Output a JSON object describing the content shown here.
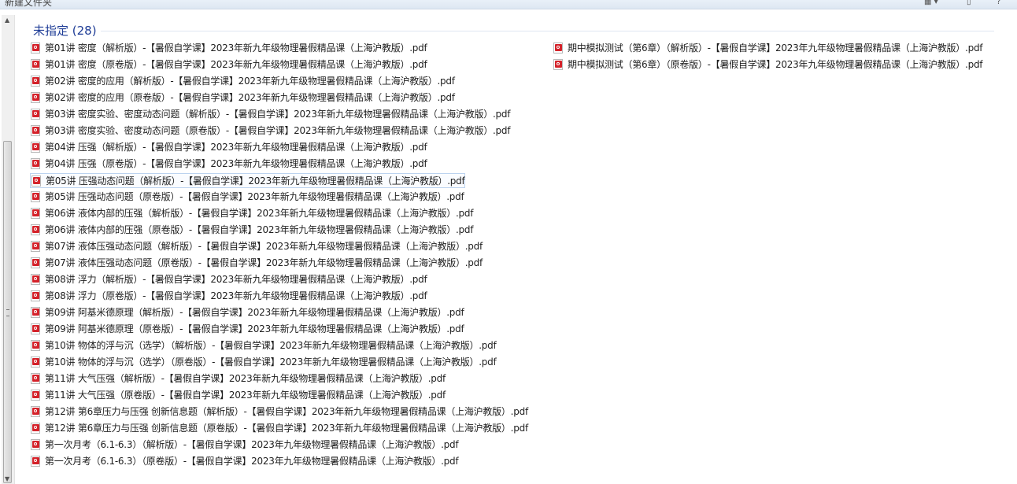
{
  "window": {
    "title": "新建文件夹",
    "view_icon": "view-options-icon",
    "pane_icon": "preview-pane-icon",
    "help_icon": "help-icon"
  },
  "group": {
    "label": "未指定 (28)"
  },
  "files_left": [
    "第01讲 密度（解析版）-【暑假自学课】2023年新九年级物理暑假精品课（上海沪教版）.pdf",
    "第01讲 密度（原卷版）-【暑假自学课】2023年新九年级物理暑假精品课（上海沪教版）.pdf",
    "第02讲 密度的应用（解析版）-【暑假自学课】2023年新九年级物理暑假精品课（上海沪教版）.pdf",
    "第02讲 密度的应用（原卷版）-【暑假自学课】2023年新九年级物理暑假精品课（上海沪教版）.pdf",
    "第03讲 密度实验、密度动态问题（解析版）-【暑假自学课】2023年新九年级物理暑假精品课（上海沪教版）.pdf",
    "第03讲 密度实验、密度动态问题（原卷版）-【暑假自学课】2023年新九年级物理暑假精品课（上海沪教版）.pdf",
    "第04讲 压强（解析版）-【暑假自学课】2023年新九年级物理暑假精品课（上海沪教版）.pdf",
    "第04讲 压强（原卷版）-【暑假自学课】2023年新九年级物理暑假精品课（上海沪教版）.pdf",
    "第05讲 压强动态问题（解析版）-【暑假自学课】2023年新九年级物理暑假精品课（上海沪教版）.pdf",
    "第05讲 压强动态问题（原卷版）-【暑假自学课】2023年新九年级物理暑假精品课（上海沪教版）.pdf",
    "第06讲 液体内部的压强（解析版）-【暑假自学课】2023年新九年级物理暑假精品课（上海沪教版）.pdf",
    "第06讲 液体内部的压强（原卷版）-【暑假自学课】2023年新九年级物理暑假精品课（上海沪教版）.pdf",
    "第07讲 液体压强动态问题（解析版）-【暑假自学课】2023年新九年级物理暑假精品课（上海沪教版）.pdf",
    "第07讲 液体压强动态问题（原卷版）-【暑假自学课】2023年新九年级物理暑假精品课（上海沪教版）.pdf",
    "第08讲 浮力（解析版）-【暑假自学课】2023年新九年级物理暑假精品课（上海沪教版）.pdf",
    "第08讲 浮力（原卷版）-【暑假自学课】2023年新九年级物理暑假精品课（上海沪教版）.pdf",
    "第09讲 阿基米德原理（解析版）-【暑假自学课】2023年新九年级物理暑假精品课（上海沪教版）.pdf",
    "第09讲 阿基米德原理（原卷版）-【暑假自学课】2023年新九年级物理暑假精品课（上海沪教版）.pdf",
    "第10讲 物体的浮与沉（选学）（解析版）-【暑假自学课】2023年新九年级物理暑假精品课（上海沪教版）.pdf",
    "第10讲 物体的浮与沉（选学）（原卷版）-【暑假自学课】2023年新九年级物理暑假精品课（上海沪教版）.pdf",
    "第11讲 大气压强（解析版）-【暑假自学课】2023年新九年级物理暑假精品课（上海沪教版）.pdf",
    "第11讲 大气压强（原卷版）-【暑假自学课】2023年新九年级物理暑假精品课（上海沪教版）.pdf",
    "第12讲 第6章压力与压强 创新信息题（解析版）-【暑假自学课】2023年新九年级物理暑假精品课（上海沪教版）.pdf",
    "第12讲 第6章压力与压强 创新信息题（原卷版）-【暑假自学课】2023年新九年级物理暑假精品课（上海沪教版）.pdf",
    "第一次月考（6.1-6.3）（解析版）-【暑假自学课】2023年九年级物理暑假精品课（上海沪教版）.pdf",
    "第一次月考（6.1-6.3）（原卷版）-【暑假自学课】2023年九年级物理暑假精品课（上海沪教版）.pdf"
  ],
  "files_right": [
    "期中模拟测试（第6章）（解析版）-【暑假自学课】2023年九年级物理暑假精品课（上海沪教版）.pdf",
    "期中模拟测试（第6章）（原卷版）-【暑假自学课】2023年九年级物理暑假精品课（上海沪教版）.pdf"
  ],
  "selected_index": 8
}
